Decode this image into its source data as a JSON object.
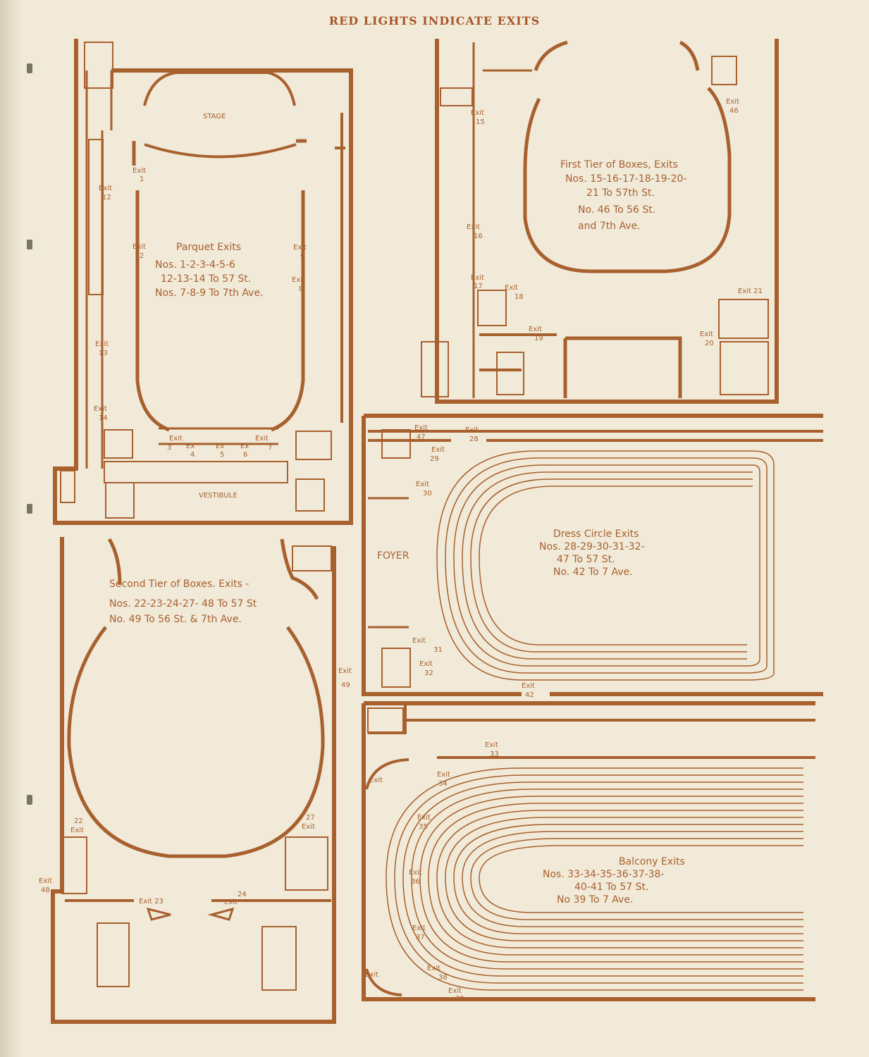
{
  "header": "RED LIGHTS INDICATE EXITS",
  "colors": {
    "ink": "#a8602e",
    "paper": "#f1ead9"
  },
  "parquet": {
    "stage": "STAGE",
    "vestibule": "VESTIBULE",
    "title": "Parquet Exits",
    "line1": "Nos. 1-2-3-4-5-6",
    "line2": "12-13-14 To 57 St.",
    "line3": "Nos. 7-8-9 To 7th Ave."
  },
  "first_tier": {
    "title": "First Tier of Boxes, Exits",
    "line1": "Nos. 15-16-17-18-19-20-",
    "line2": "21 To 57th St.",
    "line3": "No. 46 To 56 St.",
    "line4": "and 7th Ave."
  },
  "second_tier": {
    "title": "Second Tier of Boxes. Exits -",
    "line1": "Nos. 22-23-24-27- 48 To 57 St",
    "line2": "No. 49 To 56 St. & 7th Ave."
  },
  "dress_circle": {
    "foyer": "FOYER",
    "title": "Dress Circle Exits",
    "line1": "Nos. 28-29-30-31-32-",
    "line2": "47 To 57 St.",
    "line3": "No. 42 To 7 Ave."
  },
  "balcony": {
    "title": "Balcony Exits",
    "line1": "Nos. 33-34-35-36-37-38-",
    "line2": "40-41 To 57 St.",
    "line3": "No 39 To 7 Ave."
  },
  "exit_word": "Exit",
  "ex_word": "Ex",
  "exits": {
    "e1": "1",
    "e2": "2",
    "e3": "3",
    "e4": "4",
    "e5": "5",
    "e6": "6",
    "e7": "7",
    "e8": "8",
    "e9": "9",
    "e12": "12",
    "e13": "13",
    "e14": "14",
    "e15": "15",
    "e16": "16",
    "e17": "17",
    "e18": "18",
    "e19": "19",
    "e20": "20",
    "e21": "Exit 21",
    "e22": "22",
    "e23": "Exit 23",
    "e24": "24",
    "e27": "27",
    "e28": "28",
    "e29": "29",
    "e30": "30",
    "e31": "31",
    "e32": "32",
    "e33": "33",
    "e34": "34",
    "e35": "35",
    "e36": "36",
    "e37": "37",
    "e38": "38",
    "e39": "39",
    "e42": "42",
    "e46": "46",
    "e47": "47",
    "e48": "48",
    "e49": "49"
  }
}
